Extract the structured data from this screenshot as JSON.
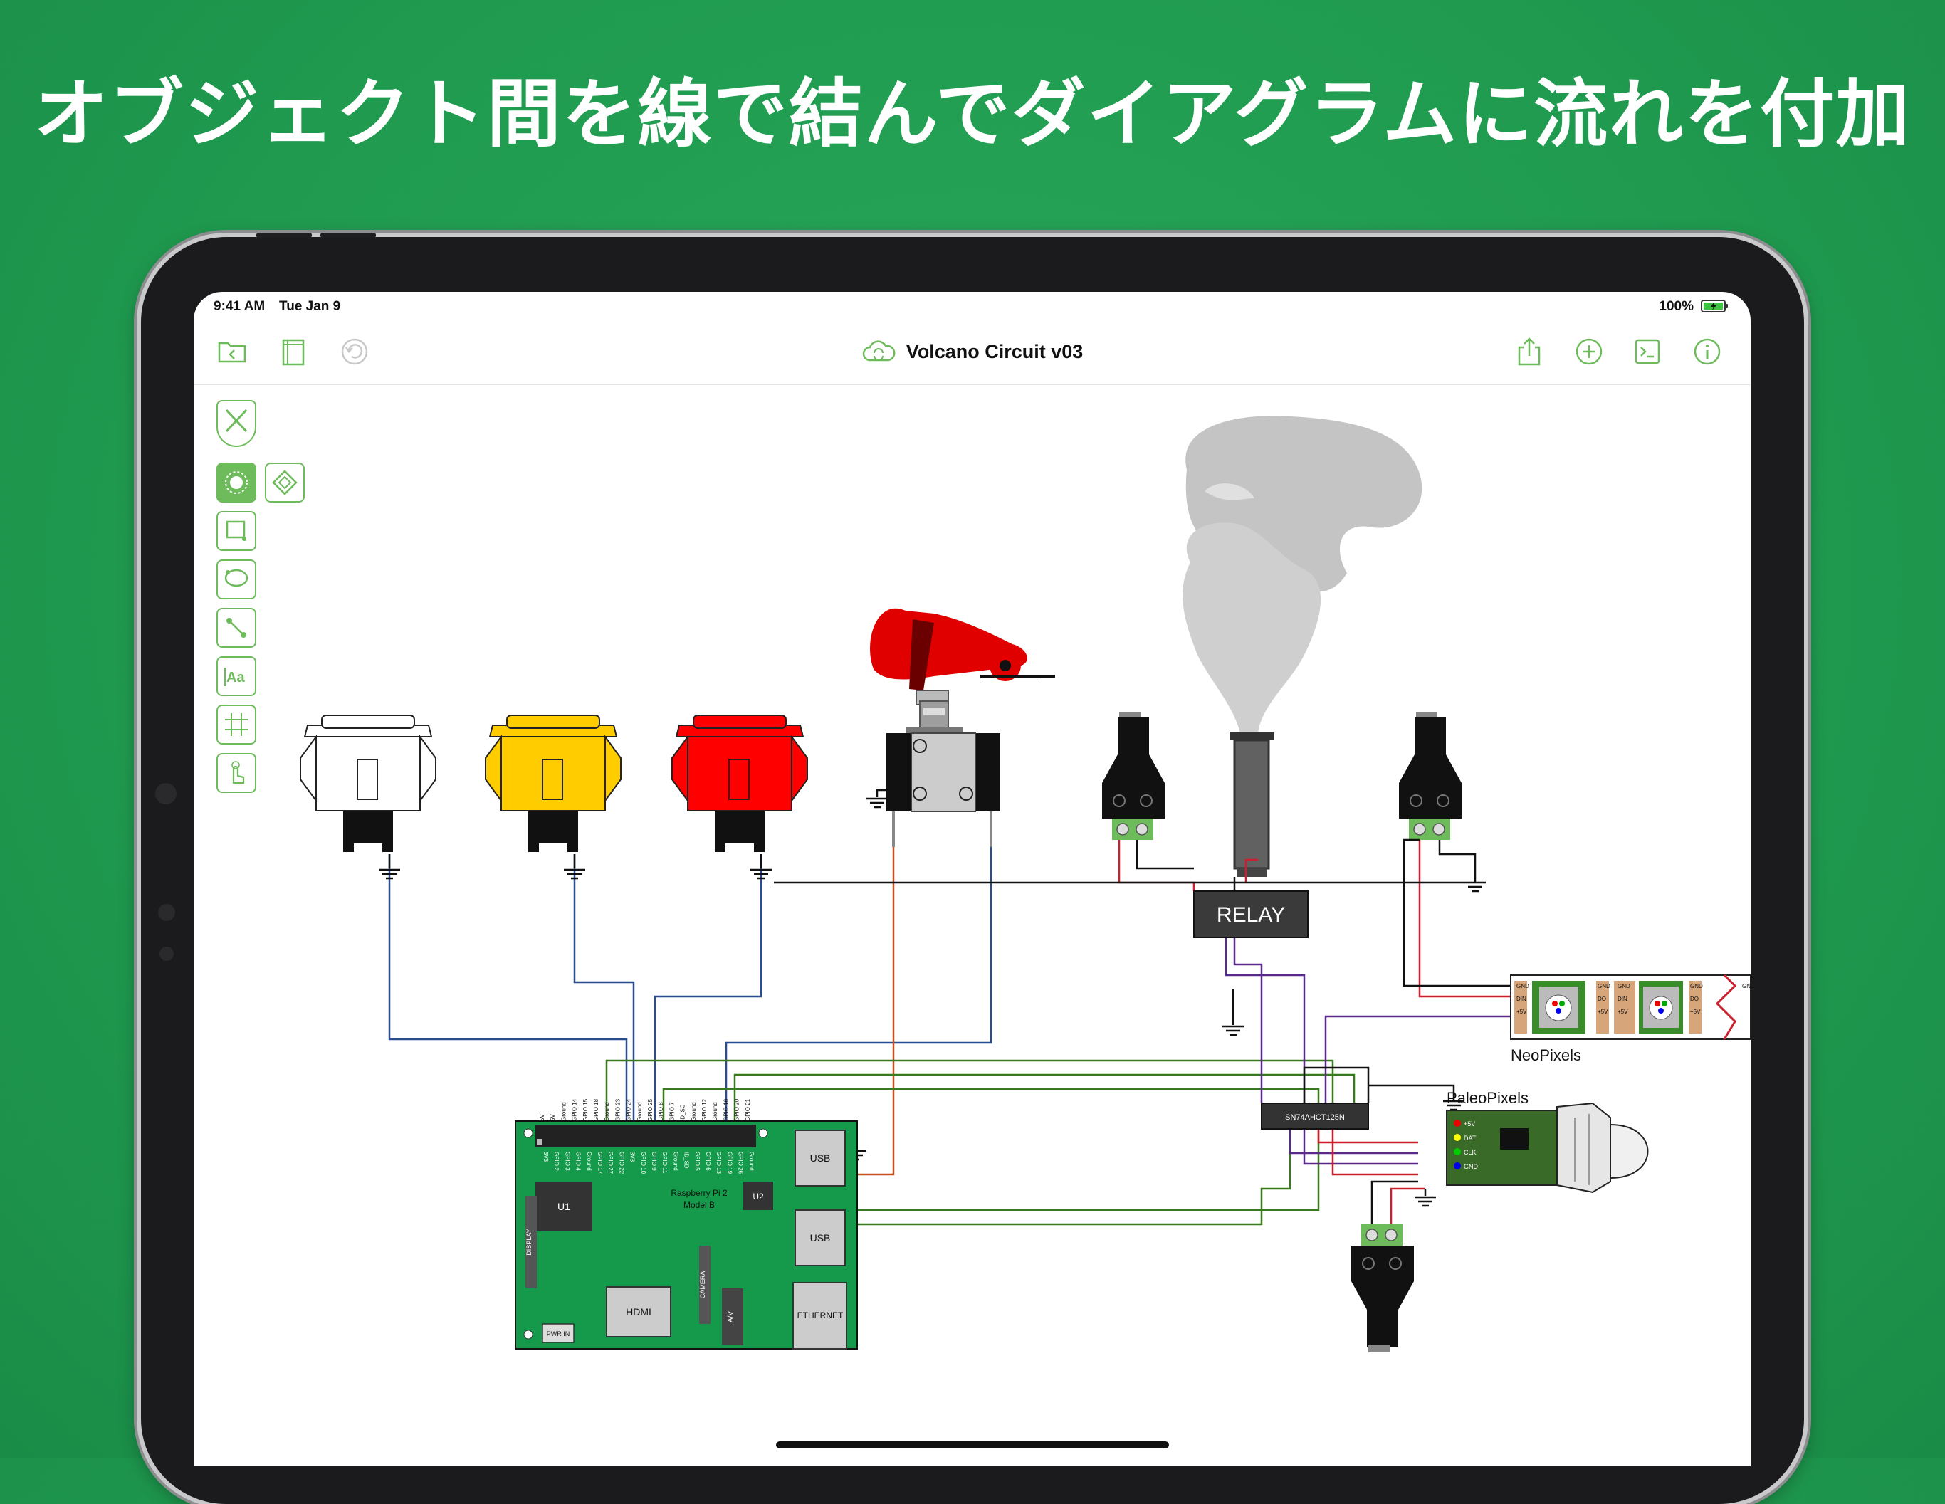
{
  "headline": "オブジェクト間を線で結んでダイアグラムに流れを付加",
  "status_bar": {
    "time": "9:41 AM",
    "date": "Tue Jan 9",
    "battery": "100%"
  },
  "toolbar": {
    "title": "Volcano Circuit v03",
    "left_icons": [
      "folder-back-icon",
      "document-icon",
      "undo-icon"
    ],
    "right_icons": [
      "share-icon",
      "add-icon",
      "console-icon",
      "info-icon"
    ]
  },
  "tools": [
    "pen-tool-icon",
    "selection-tool-icon",
    "style-tool-icon",
    "rectangle-tool-icon",
    "lasso-tool-icon",
    "connection-tool-icon",
    "text-tool-icon",
    "grid-tool-icon",
    "touch-tool-icon"
  ],
  "diagram": {
    "relay": "RELAY",
    "ic_chip": "SN74AHCT125N",
    "board_name": "Raspberry Pi 2",
    "board_model": "Model B",
    "u1": "U1",
    "u2": "U2",
    "usb_top": "USB",
    "usb_bottom": "USB",
    "ethernet": "ETHERNET",
    "hdmi": "HDMI",
    "display": "DISPLAY",
    "camera": "CAMERA",
    "av": "A/V",
    "pwr_in": "PWR IN",
    "neopixels": "NeoPixels",
    "paleopixels": "PaleoPixels",
    "gpio_top": [
      "5V",
      "5V",
      "Ground",
      "GPIO 14",
      "GPIO 15",
      "GPIO 18",
      "Ground",
      "GPIO 23",
      "GPIO 24",
      "Ground",
      "GPIO 25",
      "GPIO 8",
      "GPIO 7",
      "ID_SC",
      "Ground",
      "GPIO 12",
      "Ground",
      "GPIO 16",
      "GPIO 20",
      "GPIO 21"
    ],
    "gpio_bottom": [
      "3V3",
      "GPIO 2",
      "GPIO 3",
      "GPIO 4",
      "Ground",
      "GPIO 17",
      "GPIO 27",
      "GPIO 22",
      "3V3",
      "GPIO 10",
      "GPIO 9",
      "GPIO 11",
      "Ground",
      "ID_SD",
      "GPIO 5",
      "GPIO 6",
      "GPIO 13",
      "GPIO 19",
      "GPIO 26",
      "Ground"
    ],
    "neopixel_pins": [
      "GND",
      "DIN",
      "+5V",
      "GND",
      "DO",
      "+5V",
      "GND",
      "DIN",
      "+5V",
      "GND",
      "DO",
      "+5V",
      "GND"
    ],
    "paleo_pins": [
      "+5V",
      "DAT",
      "CLK",
      "GND"
    ]
  },
  "colors": {
    "accent": "#6dbb5b",
    "background": "#1f9a4f",
    "board_green": "#149a4a",
    "button_white": "#ffffff",
    "button_yellow": "#ffcc00",
    "button_red": "#ff0000",
    "wire_blue": "#2a4b8d",
    "wire_orange": "#c8501e",
    "wire_green": "#3a7a1e",
    "wire_red": "#cc1f2e",
    "wire_purple": "#5a2a8a"
  }
}
